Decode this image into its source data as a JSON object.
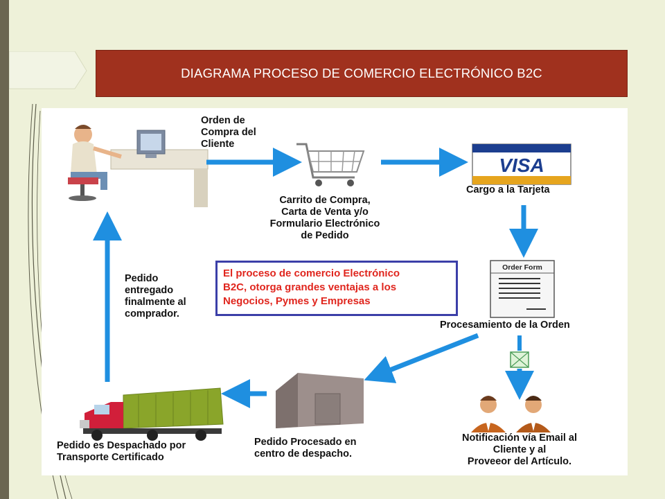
{
  "slide": {
    "title": "DIAGRAMA PROCESO DE COMERCIO ELECTRÓNICO B2C"
  },
  "diagram": {
    "order_label": [
      "Orden de",
      "Compra del",
      "Cliente"
    ],
    "cart_label": [
      "Carrito de Compra,",
      "Carta de Venta y/o",
      "Formulario Electrónico",
      "de Pedido"
    ],
    "card_label": "Cargo a la Tarjeta",
    "visa_text": "VISA",
    "order_form_header": "Order Form",
    "processing_label": "Procesamiento de la Orden",
    "notification_label": [
      "Notificación vía Email al",
      "Cliente y al",
      "Proveeor del Artículo."
    ],
    "warehouse_label": [
      "Pedido Procesado en",
      "centro de despacho."
    ],
    "truck_label": [
      "Pedido es Despachado por",
      "Transporte Certificado"
    ],
    "delivered_label": [
      "Pedido",
      "entregado",
      "finalmente al",
      "comprador."
    ],
    "info_box": [
      "El proceso de comercio Electrónico",
      "B2C, otorga grandes ventajas a los",
      "Negocios, Pymes y Empresas"
    ]
  },
  "colors": {
    "title_bg": "#a0311e",
    "arrow_blue": "#1f8fe0",
    "info_border": "#3b3fa8",
    "info_text": "#e0261e"
  }
}
